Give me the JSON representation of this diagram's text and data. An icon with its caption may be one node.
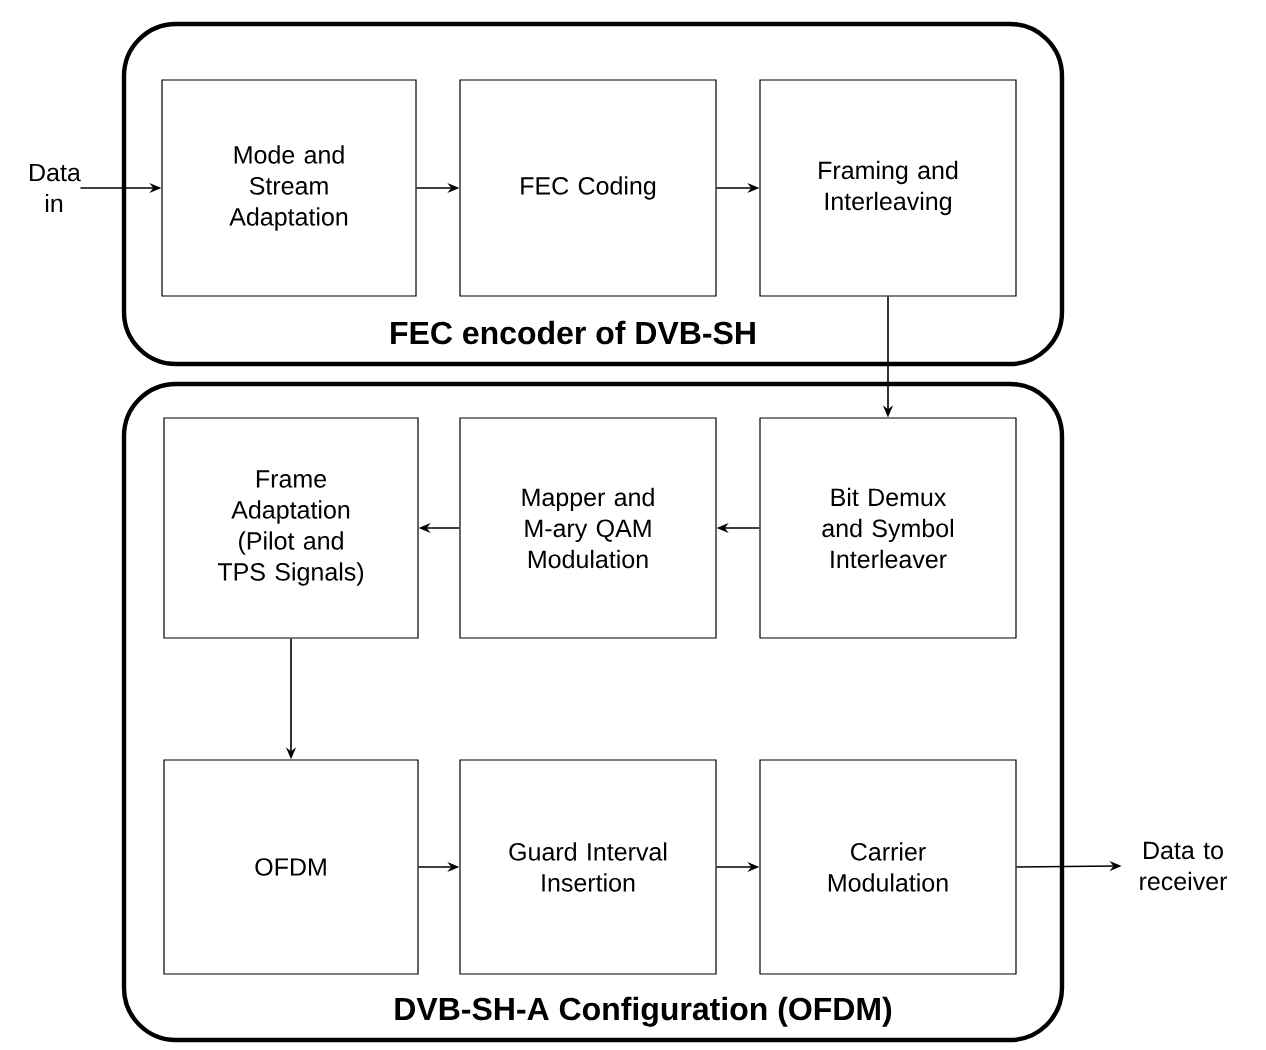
{
  "diagram": {
    "nodes": [
      {
        "text": [
          "FEC encoder of DVB-SH"
        ]
      },
      {
        "text": [
          "Mode and Stream Adaptation"
        ],
        "in": 0
      },
      {
        "text": [
          "FEC Coding"
        ],
        "in": 0
      },
      {
        "text": [
          "Framing and Interleaving"
        ],
        "in": 0
      },
      {
        "text": [
          "DVB-SH-A Configuration (OFDM)"
        ]
      },
      {
        "text": [
          "Frame Adaptation (Pilot and TPS Signals)"
        ],
        "in": 4
      },
      {
        "text": [
          "Mapper and M-ary QAM Modulation"
        ],
        "in": 4
      },
      {
        "text": [
          "Bit Demux and Symbol Interleaver"
        ],
        "in": 4
      },
      {
        "text": [
          "OFDM"
        ],
        "in": 4
      },
      {
        "text": [
          "Guard Interval Insertion"
        ],
        "in": 4
      },
      {
        "text": [
          "Carrier Modulation"
        ],
        "in": 4
      },
      {
        "text": [
          "Data in"
        ]
      },
      {
        "text": [
          "Data to receiver"
        ]
      }
    ],
    "edges": [
      {
        "from": 11,
        "to": 1,
        "arrow": "to"
      },
      {
        "from": 1,
        "to": 2,
        "arrow": "to"
      },
      {
        "from": 2,
        "to": 3,
        "arrow": "to"
      },
      {
        "from": 3,
        "to": 7,
        "arrow": "to"
      },
      {
        "from": 7,
        "to": 6,
        "arrow": "to"
      },
      {
        "from": 6,
        "to": 5,
        "arrow": "to"
      },
      {
        "from": 5,
        "to": 8,
        "arrow": "to"
      },
      {
        "from": 8,
        "to": 9,
        "arrow": "to"
      },
      {
        "from": 9,
        "to": 10,
        "arrow": "to"
      },
      {
        "from": 10,
        "to": 12,
        "arrow": "to"
      }
    ]
  }
}
